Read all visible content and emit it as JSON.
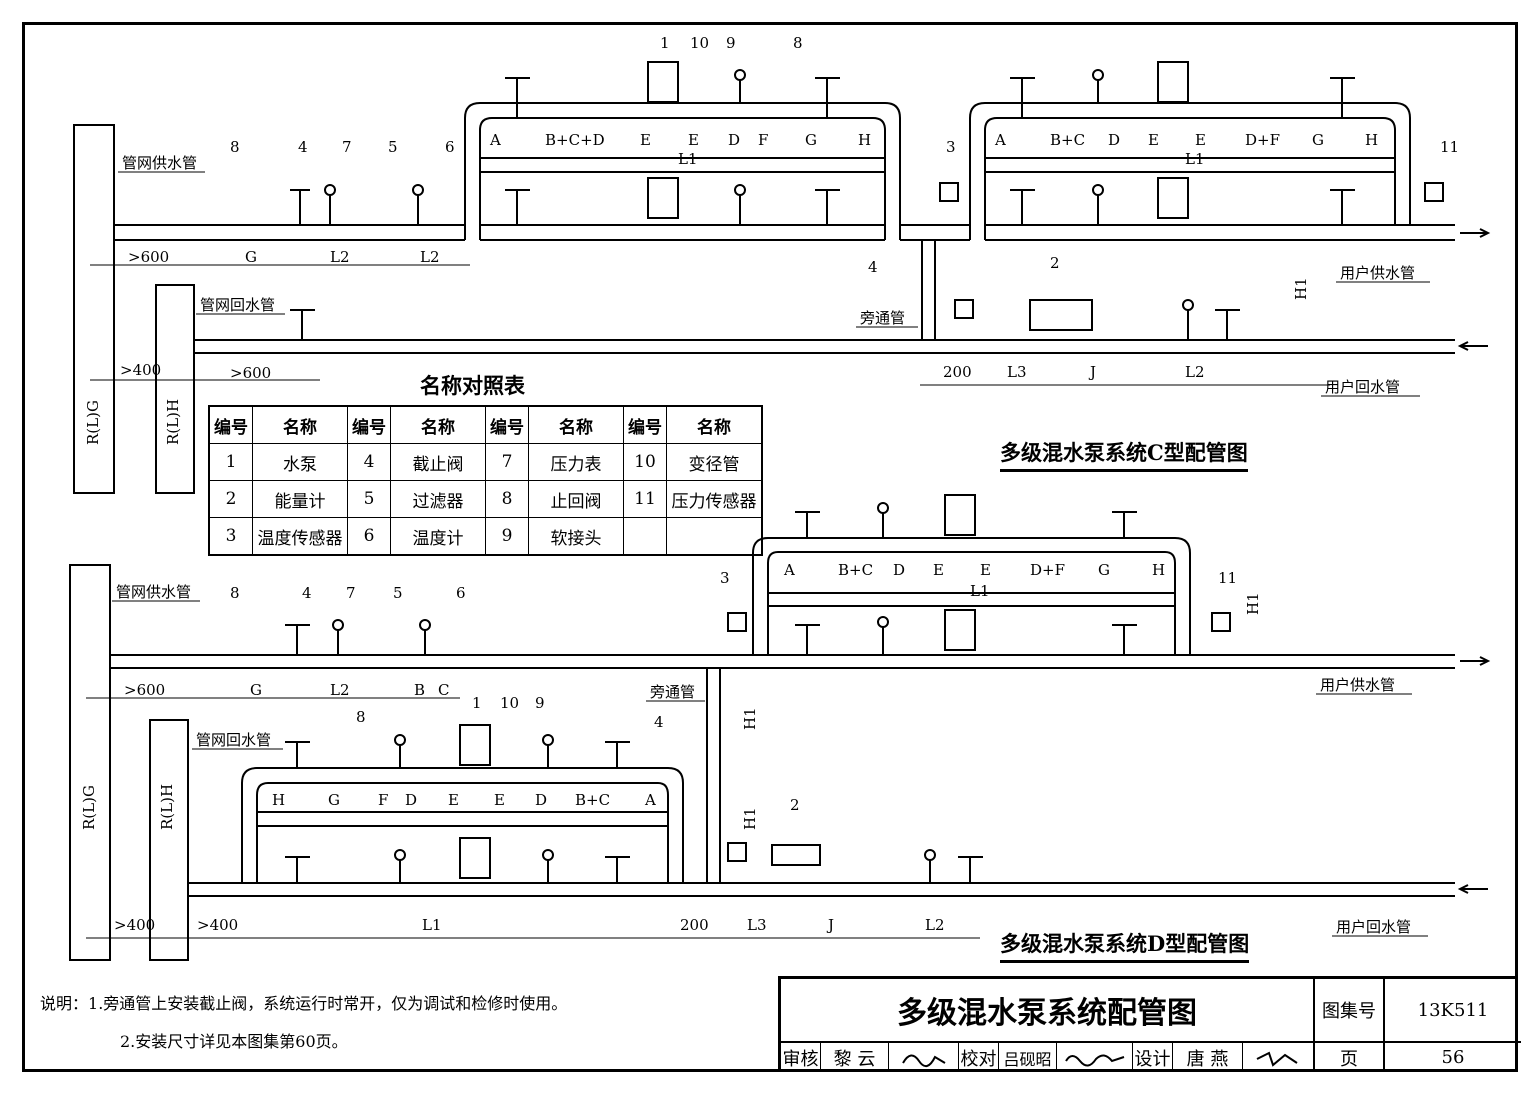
{
  "diagram_c": {
    "title": "多级混水泵系统C型配管图",
    "supply_main": "管网供水管",
    "return_main": "管网回水管",
    "bypass": "旁通管",
    "user_supply": "用户供水管",
    "user_return": "用户回水管",
    "pipe_g": "R(L)G",
    "pipe_h": "R(L)H",
    "callouts": [
      "1",
      "10",
      "9",
      "8",
      "8",
      "4",
      "7",
      "5",
      "6",
      "3",
      "11",
      "4",
      "2"
    ],
    "seg_top": [
      "A",
      "B+C+D",
      "E",
      "E",
      "D",
      "F",
      "G",
      "H"
    ],
    "seg_top2": [
      "A",
      "B+C",
      "D",
      "E",
      "E",
      "D+F",
      "G",
      "H"
    ],
    "dims": [
      ">600",
      "G",
      "L2",
      "L2",
      ">400",
      ">600",
      "L1",
      "L1",
      "H1",
      "200",
      "L3",
      "J",
      "L2"
    ]
  },
  "diagram_d": {
    "title": "多级混水泵系统D型配管图",
    "supply_main": "管网供水管",
    "return_main": "管网回水管",
    "bypass": "旁通管",
    "user_supply": "用户供水管",
    "user_return": "用户回水管",
    "pipe_g": "R(L)G",
    "pipe_h": "R(L)H",
    "callouts": [
      "3",
      "11",
      "8",
      "4",
      "7",
      "5",
      "6",
      "1",
      "10",
      "9",
      "8",
      "4",
      "2"
    ],
    "seg_upper": [
      "A",
      "B+C",
      "D",
      "E",
      "E",
      "D+F",
      "G",
      "H"
    ],
    "seg_lower": [
      "H",
      "G",
      "F",
      "D",
      "E",
      "E",
      "D",
      "B+C",
      "A"
    ],
    "dims": [
      ">600",
      "G",
      "L2",
      "B",
      "C",
      ">400",
      ">400",
      "L1",
      "200",
      "L3",
      "J",
      "L2",
      "L1",
      "H1",
      "H1",
      "H1"
    ]
  },
  "legend": {
    "title": "名称对照表",
    "head_no": "编号",
    "head_name": "名称",
    "rows": [
      [
        [
          "1",
          "水泵"
        ],
        [
          "4",
          "截止阀"
        ],
        [
          "7",
          "压力表"
        ],
        [
          "10",
          "变径管"
        ]
      ],
      [
        [
          "2",
          "能量计"
        ],
        [
          "5",
          "过滤器"
        ],
        [
          "8",
          "止回阀"
        ],
        [
          "11",
          "压力传感器"
        ]
      ],
      [
        [
          "3",
          "温度传感器"
        ],
        [
          "6",
          "温度计"
        ],
        [
          "9",
          "软接头"
        ],
        [
          "",
          ""
        ]
      ]
    ]
  },
  "notes": {
    "label": "说明：",
    "items": [
      "1.旁通管上安装截止阀，系统运行时常开，仅为调试和检修时使用。",
      "2.安装尺寸详见本图集第60页。"
    ]
  },
  "title_block": {
    "main_title": "多级混水泵系统配管图",
    "atlas_label": "图集号",
    "atlas_no": "13K511",
    "page_label": "页",
    "page_no": "56",
    "review_label": "审核",
    "reviewer": "黎 云",
    "check_label": "校对",
    "checker": "吕砚昭",
    "design_label": "设计",
    "designer": "唐 燕"
  }
}
